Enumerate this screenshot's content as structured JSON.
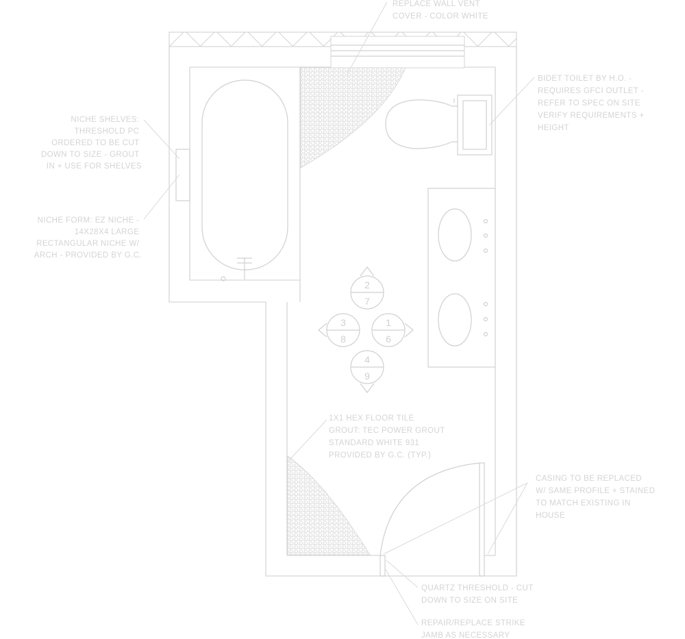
{
  "notes": {
    "wall_vent": [
      "REPLACE WALL VENT",
      "COVER - COLOR WHITE"
    ],
    "bidet_toilet": [
      "BIDET TOILET BY H.O. -",
      "REQUIRES GFCI OUTLET -",
      "REFER TO SPEC ON SITE",
      "VERIFY REQUIREMENTS +",
      "HEIGHT"
    ],
    "niche_shelves": [
      "NICHE SHELVES:",
      "THRESHOLD PC",
      "ORDERED TO BE CUT",
      "DOWN TO SIZE - GROUT",
      "IN + USE FOR SHELVES"
    ],
    "niche_form": [
      "NICHE FORM: EZ NICHE -",
      "14X28X4 LARGE",
      "RECTANGULAR NICHE W/",
      "ARCH - PROVIDED BY G.C."
    ],
    "floor_tile": [
      "1X1 HEX FLOOR TILE",
      "GROUT: TEC POWER GROUT",
      "STANDARD WHITE 931",
      "PROVIDED BY G.C. (TYP.)"
    ],
    "casing": [
      "CASING TO BE REPLACED",
      "W/ SAME PROFILE + STAINED",
      "TO MATCH EXISTING IN",
      "HOUSE"
    ],
    "threshold": [
      "QUARTZ THRESHOLD - CUT",
      "DOWN TO SIZE ON SITE"
    ],
    "strike": [
      "REPAIR/REPLACE STRIKE",
      "JAMB AS NECESSARY"
    ]
  },
  "elevations": [
    {
      "top": "2",
      "bottom": "7"
    },
    {
      "top": "3",
      "bottom": "8"
    },
    {
      "top": "1",
      "bottom": "6"
    },
    {
      "top": "4",
      "bottom": "9"
    }
  ],
  "colors": {
    "background": "#ffffff",
    "linework": "#d4d4d4"
  }
}
